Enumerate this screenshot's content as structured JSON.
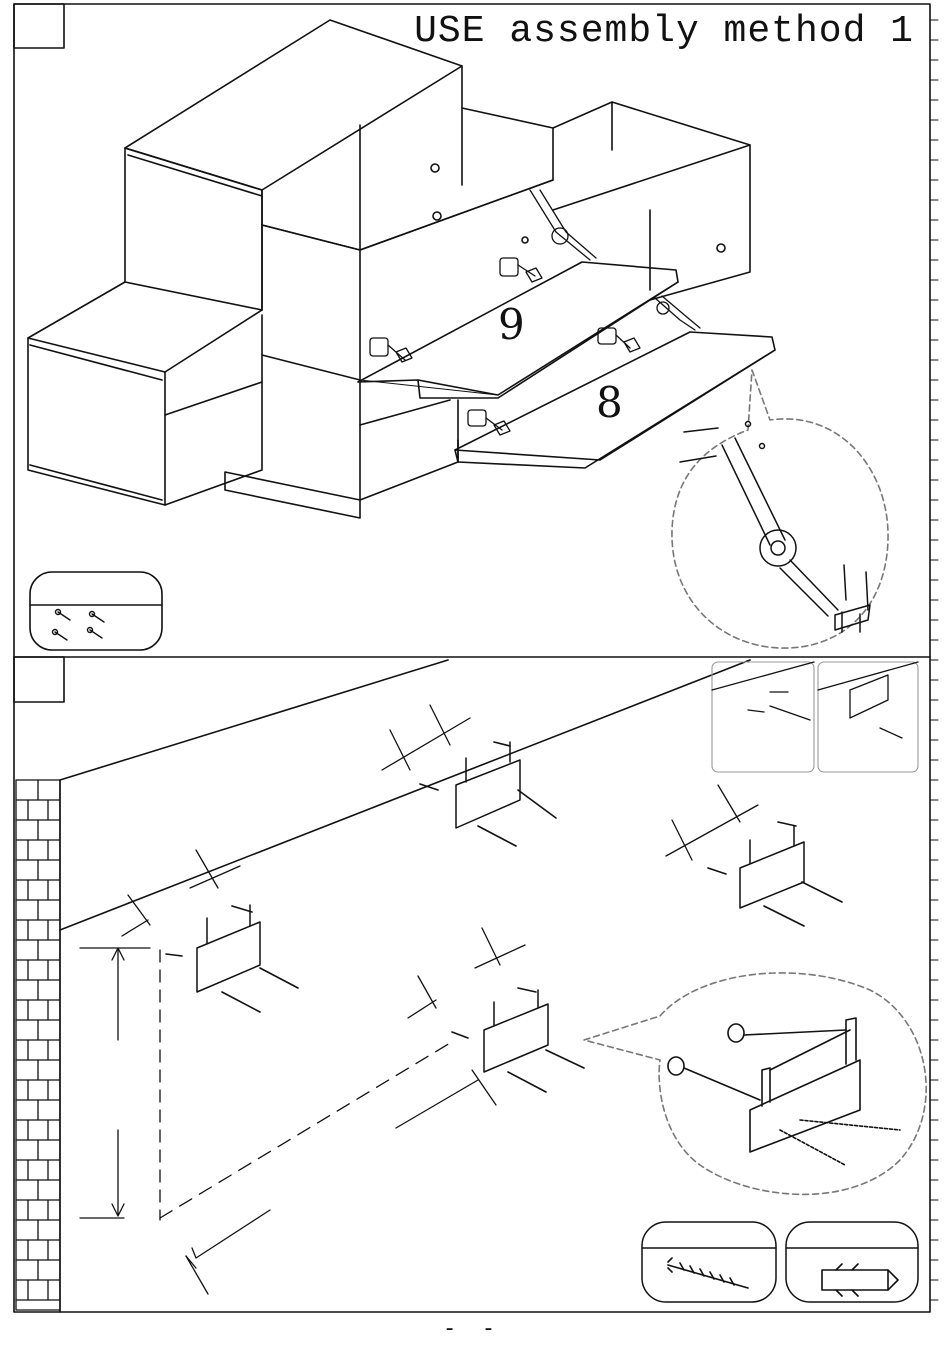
{
  "page": {
    "heading": "USE assembly method 1",
    "footer": "- -"
  },
  "step_1": {
    "panels": [
      {
        "number": "9"
      },
      {
        "number": "8"
      }
    ],
    "parts_box": {
      "label": "screws x4"
    },
    "detail": {
      "label": "gas lift stay close-up"
    }
  },
  "step_2": {
    "tools": [
      {
        "name": "wood-screw-icon"
      },
      {
        "name": "wall-plug-icon"
      }
    ]
  }
}
